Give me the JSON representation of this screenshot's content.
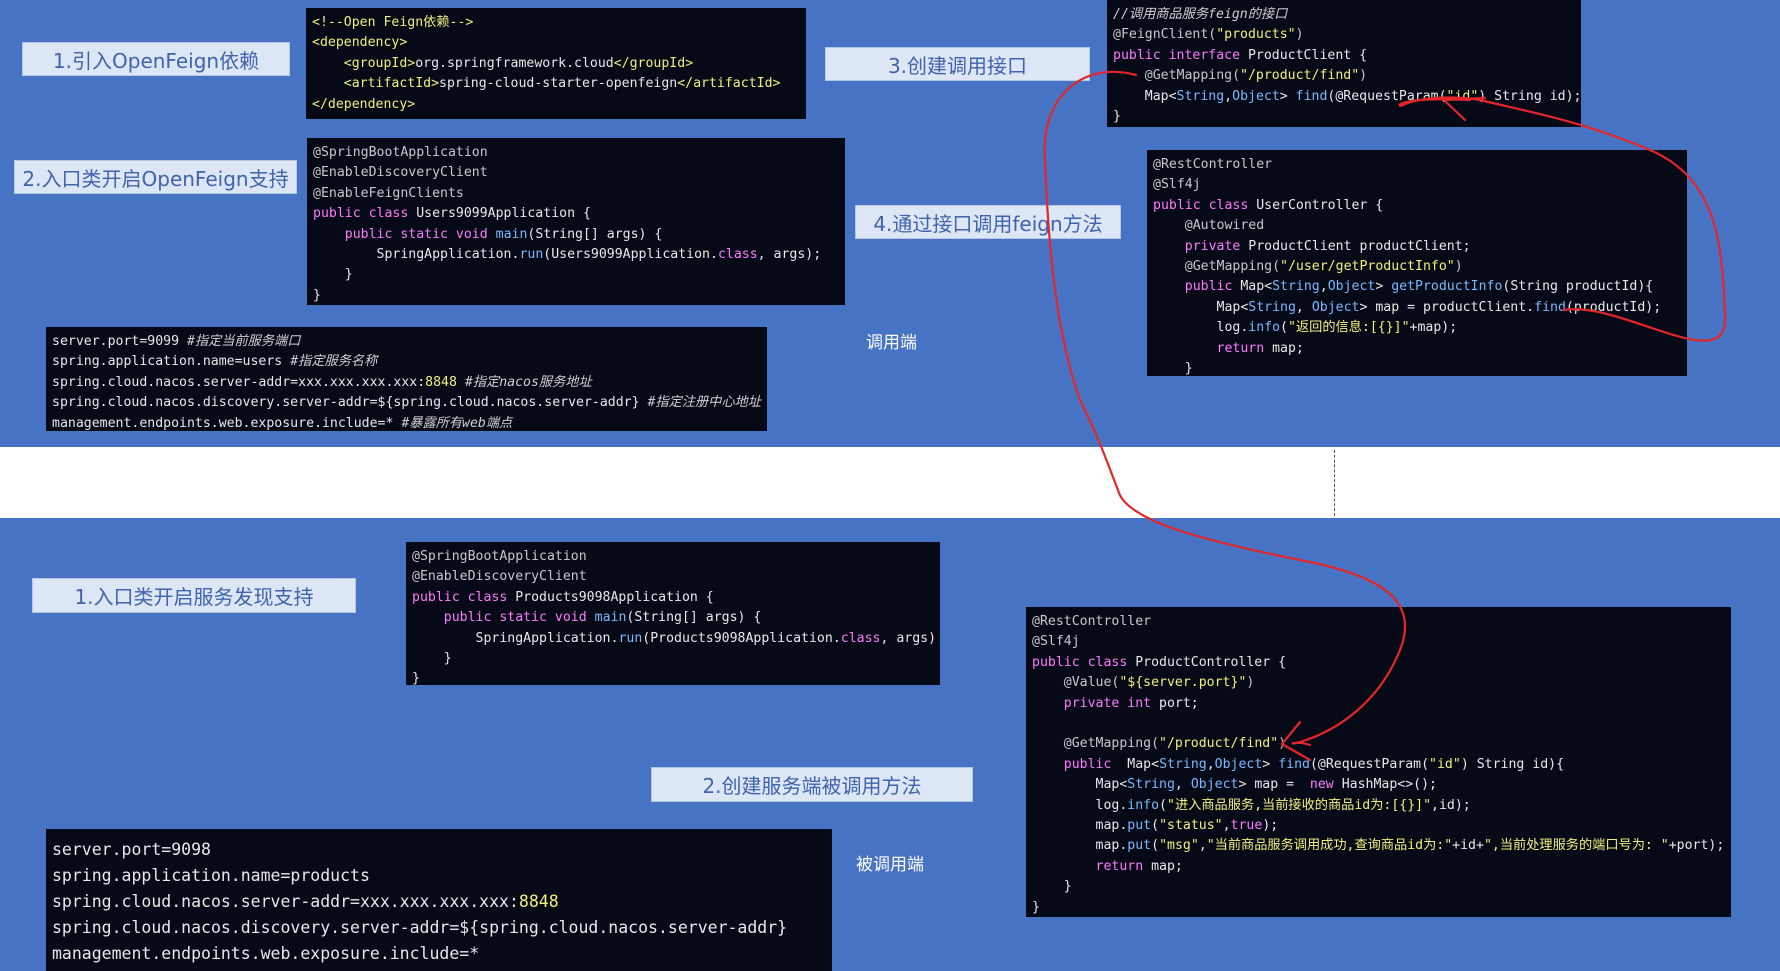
{
  "labels": {
    "step1_top": "1.引入OpenFeign依赖",
    "step2_top": "2.入口类开启OpenFeign支持",
    "step3_top": "3.创建调用接口",
    "step4_top": "4.通过接口调用feign方法",
    "caller": "调用端",
    "step1_bottom": "1.入口类开启服务发现支持",
    "step2_bottom": "2.创建服务端被调用方法",
    "callee": "被调用端"
  },
  "code_blocks": {
    "feign_dependency": [
      [
        [
          "c-tag",
          "<!--Open Feign依赖-->"
        ]
      ],
      [
        [
          "c-tag",
          "<dependency>"
        ]
      ],
      [
        [
          "c-plain",
          "    "
        ],
        [
          "c-tag",
          "<groupId>"
        ],
        [
          "c-plain",
          "org.springframework.cloud"
        ],
        [
          "c-tag",
          "</groupId>"
        ]
      ],
      [
        [
          "c-plain",
          "    "
        ],
        [
          "c-tag",
          "<artifactId>"
        ],
        [
          "c-plain",
          "spring-cloud-starter-openfeign"
        ],
        [
          "c-tag",
          "</artifactId>"
        ]
      ],
      [
        [
          "c-tag",
          "</dependency>"
        ]
      ]
    ],
    "users_application": [
      [
        [
          "c-ann",
          "@SpringBootApplication"
        ]
      ],
      [
        [
          "c-ann",
          "@EnableDiscoveryClient"
        ]
      ],
      [
        [
          "c-ann",
          "@EnableFeignClients"
        ]
      ],
      [
        [
          "c-kw",
          "public class "
        ],
        [
          "c-plain",
          "Users9099Application {"
        ]
      ],
      [
        [
          "c-plain",
          "    "
        ],
        [
          "c-kw",
          "public static void "
        ],
        [
          "c-fn",
          "main"
        ],
        [
          "c-plain",
          "(String[] args) {"
        ]
      ],
      [
        [
          "c-plain",
          "        SpringApplication."
        ],
        [
          "c-fn",
          "run"
        ],
        [
          "c-plain",
          "(Users9099Application."
        ],
        [
          "c-kw",
          "class"
        ],
        [
          "c-plain",
          ", args);"
        ]
      ],
      [
        [
          "c-plain",
          "    }"
        ]
      ],
      [
        [
          "c-plain",
          "}"
        ]
      ]
    ],
    "users_properties": [
      [
        [
          "c-plain",
          "server.port=9099 "
        ],
        [
          "c-cmt",
          "#指定当前服务端口"
        ]
      ],
      [
        [
          "c-plain",
          "spring.application.name=users "
        ],
        [
          "c-cmt",
          "#指定服务名称"
        ]
      ],
      [
        [
          "c-plain",
          "spring.cloud.nacos.server-addr=xxx.xxx.xxx.xxx:"
        ],
        [
          "c-num",
          "8848"
        ],
        [
          "c-plain",
          " "
        ],
        [
          "c-cmt",
          "#指定nacos服务地址"
        ]
      ],
      [
        [
          "c-plain",
          "spring.cloud.nacos.discovery.server-addr=${spring.cloud.nacos.server-addr} "
        ],
        [
          "c-cmt",
          "#指定注册中心地址"
        ]
      ],
      [
        [
          "c-plain",
          "management.endpoints.web.exposure.include=* "
        ],
        [
          "c-cmt",
          "#暴露所有web端点"
        ]
      ]
    ],
    "product_client": [
      [
        [
          "c-cmt",
          "//调用商品服务feign的接口"
        ]
      ],
      [
        [
          "c-ann",
          "@FeignClient("
        ],
        [
          "c-str",
          "\"products\""
        ],
        [
          "c-ann",
          ")"
        ]
      ],
      [
        [
          "c-kw",
          "public interface "
        ],
        [
          "c-plain",
          "ProductClient {"
        ]
      ],
      [
        [
          "c-plain",
          "    "
        ],
        [
          "c-ann",
          "@GetMapping("
        ],
        [
          "c-str",
          "\"/product/find\""
        ],
        [
          "c-ann",
          ")"
        ]
      ],
      [
        [
          "c-plain",
          "    Map<"
        ],
        [
          "c-fn",
          "String"
        ],
        [
          "c-plain",
          ","
        ],
        [
          "c-fn",
          "Object"
        ],
        [
          "c-plain",
          "> "
        ],
        [
          "c-fn",
          "find"
        ],
        [
          "c-plain",
          "(@RequestParam("
        ],
        [
          "c-str",
          "\"id\""
        ],
        [
          "c-plain",
          ") String id);"
        ]
      ],
      [
        [
          "c-plain",
          "}"
        ]
      ]
    ],
    "user_controller": [
      [
        [
          "c-ann",
          "@RestController"
        ]
      ],
      [
        [
          "c-ann",
          "@Slf4j"
        ]
      ],
      [
        [
          "c-kw",
          "public class "
        ],
        [
          "c-plain",
          "UserController {"
        ]
      ],
      [
        [
          "c-plain",
          "    "
        ],
        [
          "c-ann",
          "@Autowired"
        ]
      ],
      [
        [
          "c-plain",
          "    "
        ],
        [
          "c-kw",
          "private "
        ],
        [
          "c-plain",
          "ProductClient productClient;"
        ]
      ],
      [
        [
          "c-plain",
          "    "
        ],
        [
          "c-ann",
          "@GetMapping("
        ],
        [
          "c-str",
          "\"/user/getProductInfo\""
        ],
        [
          "c-ann",
          ")"
        ]
      ],
      [
        [
          "c-plain",
          "    "
        ],
        [
          "c-kw",
          "public "
        ],
        [
          "c-plain",
          "Map<"
        ],
        [
          "c-fn",
          "String"
        ],
        [
          "c-plain",
          ","
        ],
        [
          "c-fn",
          "Object"
        ],
        [
          "c-plain",
          "> "
        ],
        [
          "c-fn",
          "getProductInfo"
        ],
        [
          "c-plain",
          "(String productId){"
        ]
      ],
      [
        [
          "c-plain",
          "        Map<"
        ],
        [
          "c-fn",
          "String"
        ],
        [
          "c-plain",
          ", "
        ],
        [
          "c-fn",
          "Object"
        ],
        [
          "c-plain",
          "> map = productClient."
        ],
        [
          "c-fn",
          "find"
        ],
        [
          "c-plain",
          "(productId);"
        ]
      ],
      [
        [
          "c-plain",
          "        log."
        ],
        [
          "c-fn",
          "info"
        ],
        [
          "c-plain",
          "("
        ],
        [
          "c-str",
          "\"返回的信息:[{}]\""
        ],
        [
          "c-plain",
          "+map);"
        ]
      ],
      [
        [
          "c-plain",
          "        "
        ],
        [
          "c-kw",
          "return "
        ],
        [
          "c-plain",
          "map;"
        ]
      ],
      [
        [
          "c-plain",
          "    }"
        ]
      ]
    ],
    "products_application": [
      [
        [
          "c-ann",
          "@SpringBootApplication"
        ]
      ],
      [
        [
          "c-ann",
          "@EnableDiscoveryClient"
        ]
      ],
      [
        [
          "c-kw",
          "public class "
        ],
        [
          "c-plain",
          "Products9098Application {"
        ]
      ],
      [
        [
          "c-plain",
          "    "
        ],
        [
          "c-kw",
          "public static void "
        ],
        [
          "c-fn",
          "main"
        ],
        [
          "c-plain",
          "(String[] args) {"
        ]
      ],
      [
        [
          "c-plain",
          "        SpringApplication."
        ],
        [
          "c-fn",
          "run"
        ],
        [
          "c-plain",
          "(Products9098Application."
        ],
        [
          "c-kw",
          "class"
        ],
        [
          "c-plain",
          ", args)"
        ]
      ],
      [
        [
          "c-plain",
          "    }"
        ]
      ],
      [
        [
          "c-plain",
          "}"
        ]
      ]
    ],
    "products_properties": [
      [
        [
          "c-plain",
          "server.port=9098"
        ]
      ],
      [
        [
          "c-plain",
          "spring.application.name=products"
        ]
      ],
      [
        [
          "c-plain",
          "spring.cloud.nacos.server-addr=xxx.xxx.xxx.xxx:"
        ],
        [
          "c-num",
          "8848"
        ]
      ],
      [
        [
          "c-plain",
          "spring.cloud.nacos.discovery.server-addr=${spring.cloud.nacos.server-addr}"
        ]
      ],
      [
        [
          "c-plain",
          "management.endpoints.web.exposure.include=*"
        ]
      ]
    ],
    "product_controller": [
      [
        [
          "c-ann",
          "@RestController"
        ]
      ],
      [
        [
          "c-ann",
          "@Slf4j"
        ]
      ],
      [
        [
          "c-kw",
          "public class "
        ],
        [
          "c-plain",
          "ProductController {"
        ]
      ],
      [
        [
          "c-plain",
          "    "
        ],
        [
          "c-ann",
          "@Value("
        ],
        [
          "c-str",
          "\"${server.port}\""
        ],
        [
          "c-ann",
          ")"
        ]
      ],
      [
        [
          "c-plain",
          "    "
        ],
        [
          "c-kw",
          "private int "
        ],
        [
          "c-plain",
          "port;"
        ]
      ],
      [
        [
          "c-plain",
          ""
        ]
      ],
      [
        [
          "c-plain",
          "    "
        ],
        [
          "c-ann",
          "@GetMapping("
        ],
        [
          "c-str",
          "\"/product/find\""
        ],
        [
          "c-ann",
          ")"
        ]
      ],
      [
        [
          "c-plain",
          "    "
        ],
        [
          "c-kw",
          "public  "
        ],
        [
          "c-plain",
          "Map<"
        ],
        [
          "c-fn",
          "String"
        ],
        [
          "c-plain",
          ","
        ],
        [
          "c-fn",
          "Object"
        ],
        [
          "c-plain",
          "> "
        ],
        [
          "c-fn",
          "find"
        ],
        [
          "c-plain",
          "(@RequestParam("
        ],
        [
          "c-str",
          "\"id\""
        ],
        [
          "c-plain",
          ") String id){"
        ]
      ],
      [
        [
          "c-plain",
          "        Map<"
        ],
        [
          "c-fn",
          "String"
        ],
        [
          "c-plain",
          ", "
        ],
        [
          "c-fn",
          "Object"
        ],
        [
          "c-plain",
          "> map =  "
        ],
        [
          "c-kw",
          "new "
        ],
        [
          "c-plain",
          "HashMap<>();"
        ]
      ],
      [
        [
          "c-plain",
          "        log."
        ],
        [
          "c-fn",
          "info"
        ],
        [
          "c-plain",
          "("
        ],
        [
          "c-str",
          "\"进入商品服务,当前接收的商品id为:[{}]\""
        ],
        [
          "c-plain",
          ",id);"
        ]
      ],
      [
        [
          "c-plain",
          "        map."
        ],
        [
          "c-fn",
          "put"
        ],
        [
          "c-plain",
          "("
        ],
        [
          "c-str",
          "\"status\""
        ],
        [
          "c-plain",
          ","
        ],
        [
          "c-kw",
          "true"
        ],
        [
          "c-plain",
          ");"
        ]
      ],
      [
        [
          "c-plain",
          "        map."
        ],
        [
          "c-fn",
          "put"
        ],
        [
          "c-plain",
          "("
        ],
        [
          "c-str",
          "\"msg\""
        ],
        [
          "c-plain",
          ","
        ],
        [
          "c-str",
          "\"当前商品服务调用成功,查询商品id为:\""
        ],
        [
          "c-plain",
          "+id+"
        ],
        [
          "c-str",
          "\",当前处理服务的端口号为: \""
        ],
        [
          "c-plain",
          "+port);"
        ]
      ],
      [
        [
          "c-plain",
          "        "
        ],
        [
          "c-kw",
          "return "
        ],
        [
          "c-plain",
          "map;"
        ]
      ],
      [
        [
          "c-plain",
          "    }"
        ]
      ],
      [
        [
          "c-plain",
          "}"
        ]
      ]
    ]
  },
  "colors": {
    "band": "#4773c4",
    "label_bg": "#dde6f5",
    "label_text": "#3f63ad",
    "code_bg": "#060a17",
    "arrow": "#e2262b"
  }
}
